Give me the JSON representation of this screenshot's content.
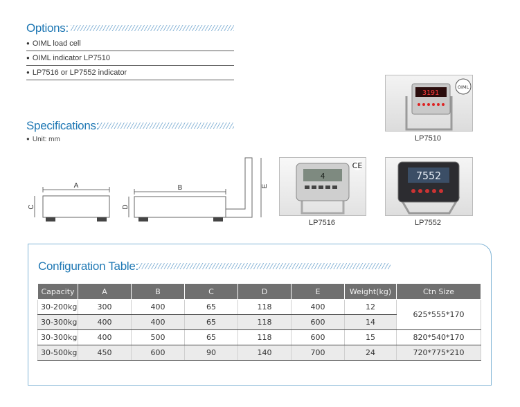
{
  "options": {
    "title": "Options:",
    "items": [
      "OIML load cell",
      "OIML indicator LP7510",
      "LP7516 or LP7552 indicator"
    ]
  },
  "specifications": {
    "title": "Specifications:",
    "unit": "Unit: mm",
    "dimension_labels": {
      "a": "A",
      "b": "B",
      "c": "C",
      "d": "D",
      "e": "E"
    }
  },
  "indicators": {
    "lp7510": {
      "caption": "LP7510",
      "badge": "OIML",
      "display": "3191"
    },
    "lp7516": {
      "caption": "LP7516",
      "badge": "CE"
    },
    "lp7552": {
      "caption": "LP7552",
      "display": "7552"
    }
  },
  "configuration": {
    "title": "Configuration Table:",
    "headers": [
      "Capacity",
      "A",
      "B",
      "C",
      "D",
      "E",
      "Weight(kg)",
      "Ctn Size"
    ],
    "rows": [
      {
        "capacity": "30-200kg",
        "a": "300",
        "b": "400",
        "c": "65",
        "d": "118",
        "e": "400",
        "weight": "12",
        "ctn": "625*555*170"
      },
      {
        "capacity": "30-300kg",
        "a": "400",
        "b": "400",
        "c": "65",
        "d": "118",
        "e": "600",
        "weight": "14",
        "ctn": ""
      },
      {
        "capacity": "30-300kg",
        "a": "400",
        "b": "500",
        "c": "65",
        "d": "118",
        "e": "600",
        "weight": "15",
        "ctn": "820*540*170"
      },
      {
        "capacity": "30-500kg",
        "a": "450",
        "b": "600",
        "c": "90",
        "d": "140",
        "e": "700",
        "weight": "24",
        "ctn": "720*775*210"
      }
    ]
  },
  "colors": {
    "heading": "#1f78b4",
    "table_header": "#707070",
    "panel_border": "#7fb3d5"
  }
}
